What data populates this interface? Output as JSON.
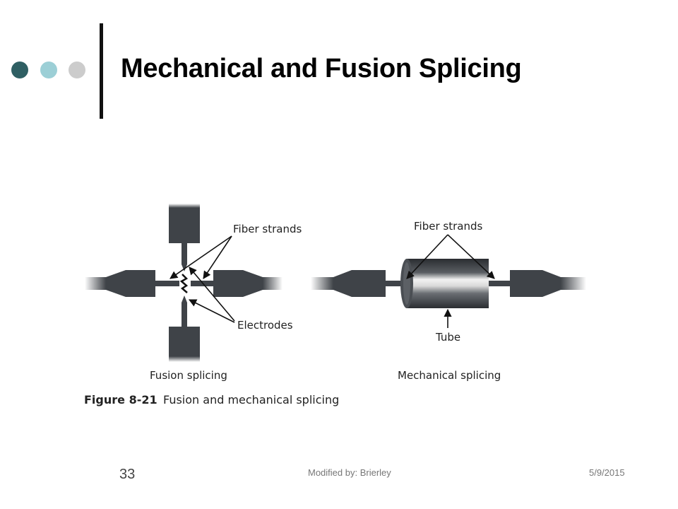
{
  "slide": {
    "title": "Mechanical and Fusion Splicing",
    "page_number": "33",
    "footer_center": "Modified by: Brierley",
    "footer_date": "5/9/2015"
  },
  "figure": {
    "fusion_label_fiber": "Fiber strands",
    "fusion_label_electrodes": "Electrodes",
    "fusion_caption": "Fusion splicing",
    "mech_label_fiber": "Fiber strands",
    "mech_label_tube": "Tube",
    "mech_caption": "Mechanical splicing",
    "figure_number": "Figure 8-21",
    "figure_title": "Fusion and mechanical splicing"
  },
  "colors": {
    "accent_dark": "#2f5f63",
    "accent_light": "#9ccfd6",
    "accent_gray": "#cccccc",
    "diagram_fill": "#3f4348"
  }
}
